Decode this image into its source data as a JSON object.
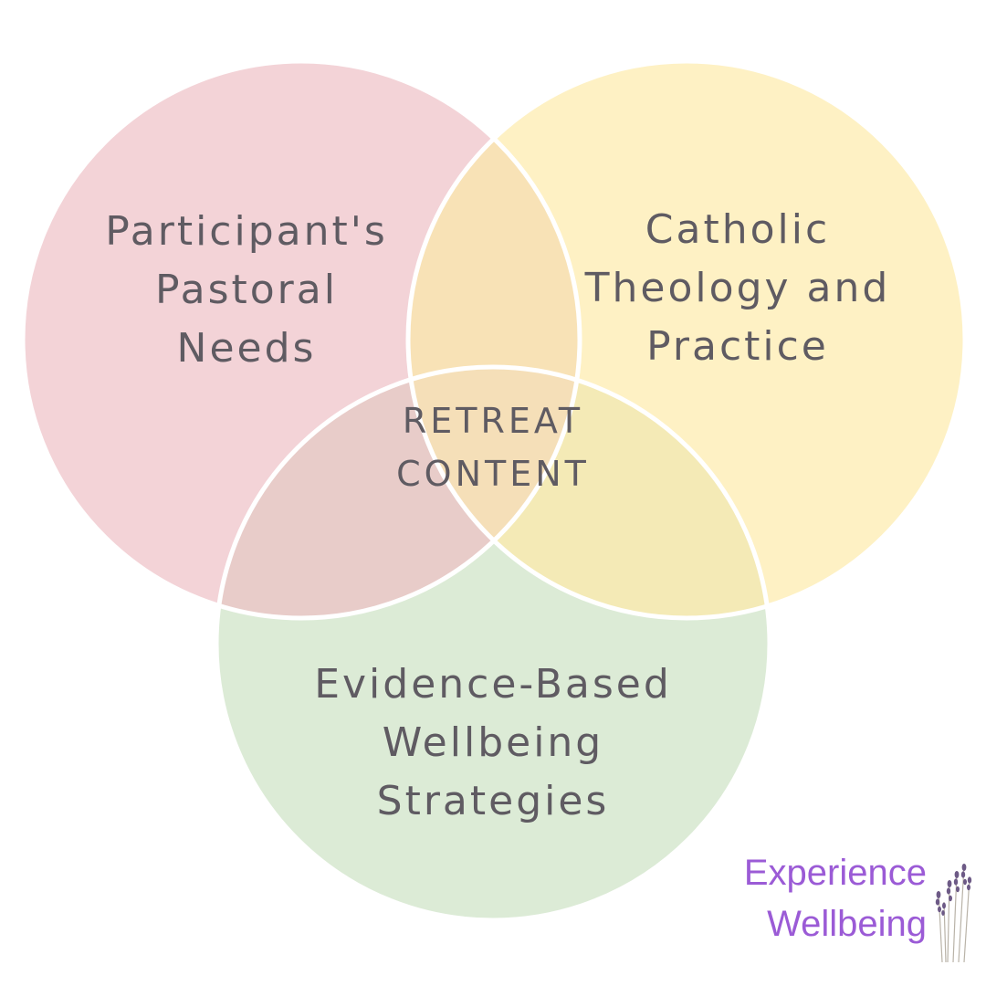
{
  "diagram": {
    "type": "venn",
    "sets": [
      {
        "id": "a",
        "lines": [
          "Participant's",
          "Pastoral",
          "Needs"
        ],
        "color": "#f3d3d7"
      },
      {
        "id": "b",
        "lines": [
          "Catholic",
          "Theology and",
          "Practice"
        ],
        "color": "#fef1c4"
      },
      {
        "id": "c",
        "lines": [
          "Evidence-Based",
          "Wellbeing",
          "Strategies"
        ],
        "color": "#dcebd6"
      }
    ],
    "overlap_colors": {
      "ab": "#f8e2b6",
      "ac": "#e8ccc9",
      "bc": "#f4eab6",
      "abc": "#f5dfb8"
    },
    "outline_color": "#ffffff",
    "center": {
      "lines": [
        "RETREAT",
        "CONTENT"
      ]
    }
  },
  "brand": {
    "lines": [
      "Experience",
      "Wellbeing"
    ],
    "color": "#9b5bd6",
    "icon": "lavender-sprig-icon"
  }
}
